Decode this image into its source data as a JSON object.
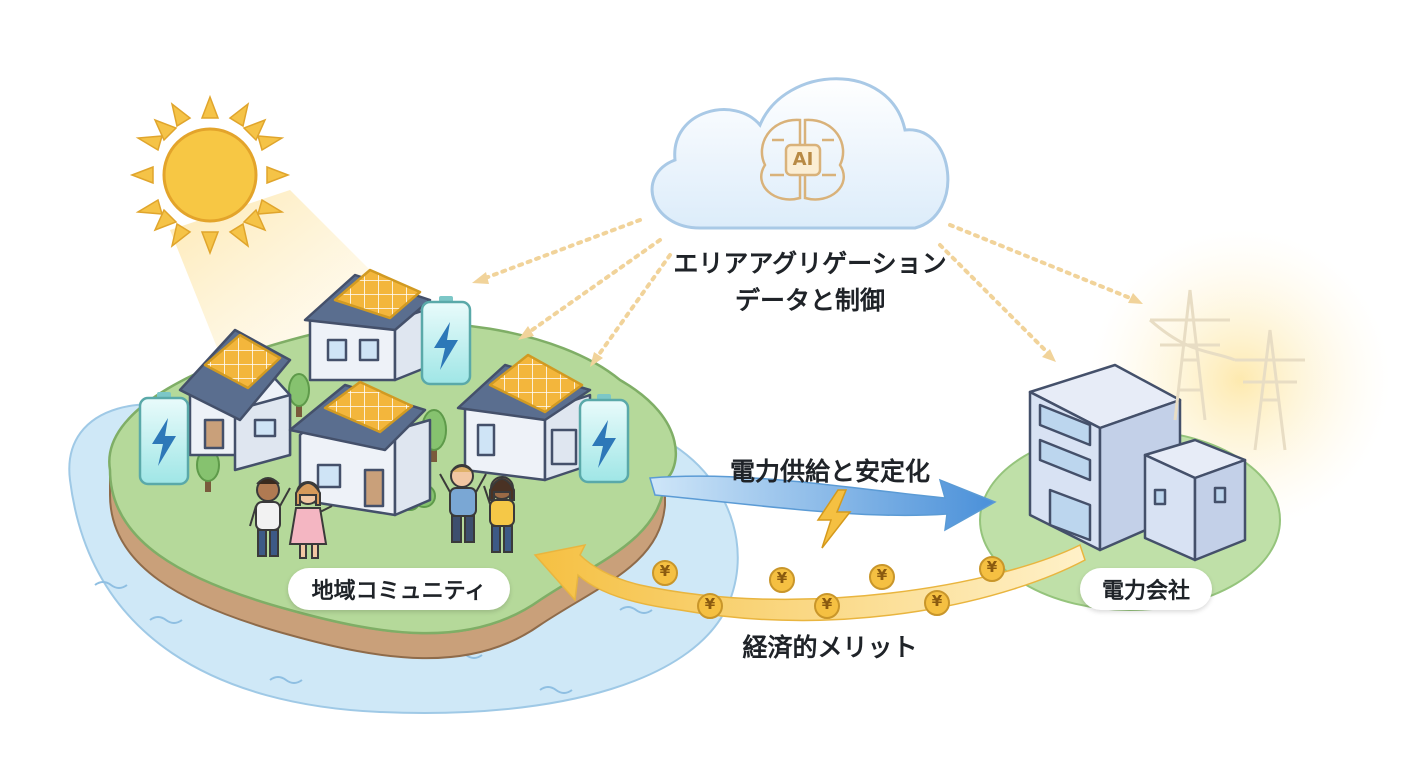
{
  "diagram": {
    "cloud_badge": "AI",
    "cloud_label_line1": "エリアアグリゲーション",
    "cloud_label_line2": "データと制御",
    "community_label": "地域コミュニティ",
    "utility_label": "電力会社",
    "flow_supply_label": "電力供給と安定化",
    "flow_benefit_label": "経済的メリット",
    "coin_symbol": "¥",
    "colors": {
      "sky_blue": "#bfe0f5",
      "grass_green": "#a9d18e",
      "solar_gold": "#f3b63c",
      "arrow_blue": "#4a90d9",
      "arrow_gold": "#f5c042",
      "battery_teal": "#9fe6e6",
      "building_blue": "#d8e2f3"
    }
  }
}
